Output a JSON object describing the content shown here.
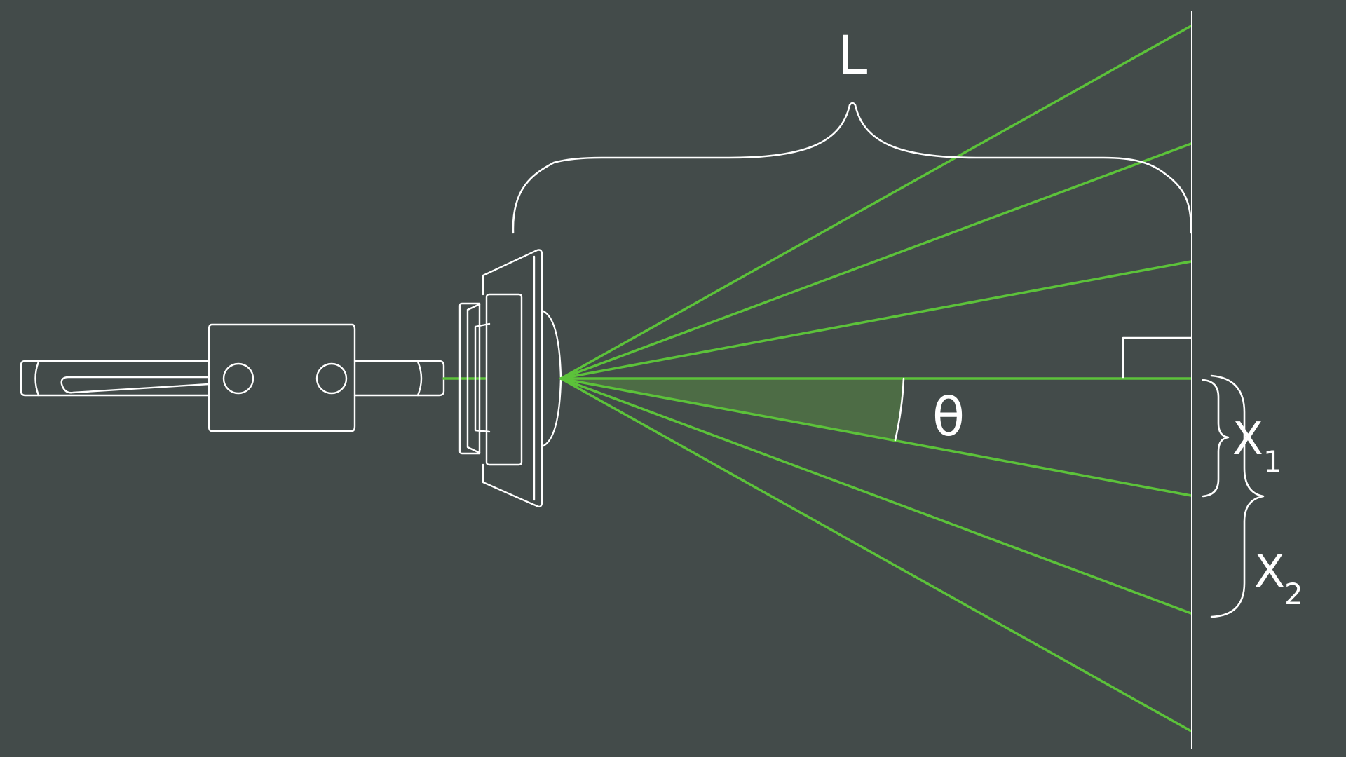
{
  "diagram": {
    "colors": {
      "background": "#434b4a",
      "beam": "#5cc23a",
      "angle_fill": "#4d6c45",
      "outline": "#ffffff"
    },
    "labels": {
      "distance": "L",
      "angle": "θ",
      "x1_main": "X",
      "x1_sub": "1",
      "x2_main": "X",
      "x2_sub": "2"
    },
    "beam_count": 7
  }
}
